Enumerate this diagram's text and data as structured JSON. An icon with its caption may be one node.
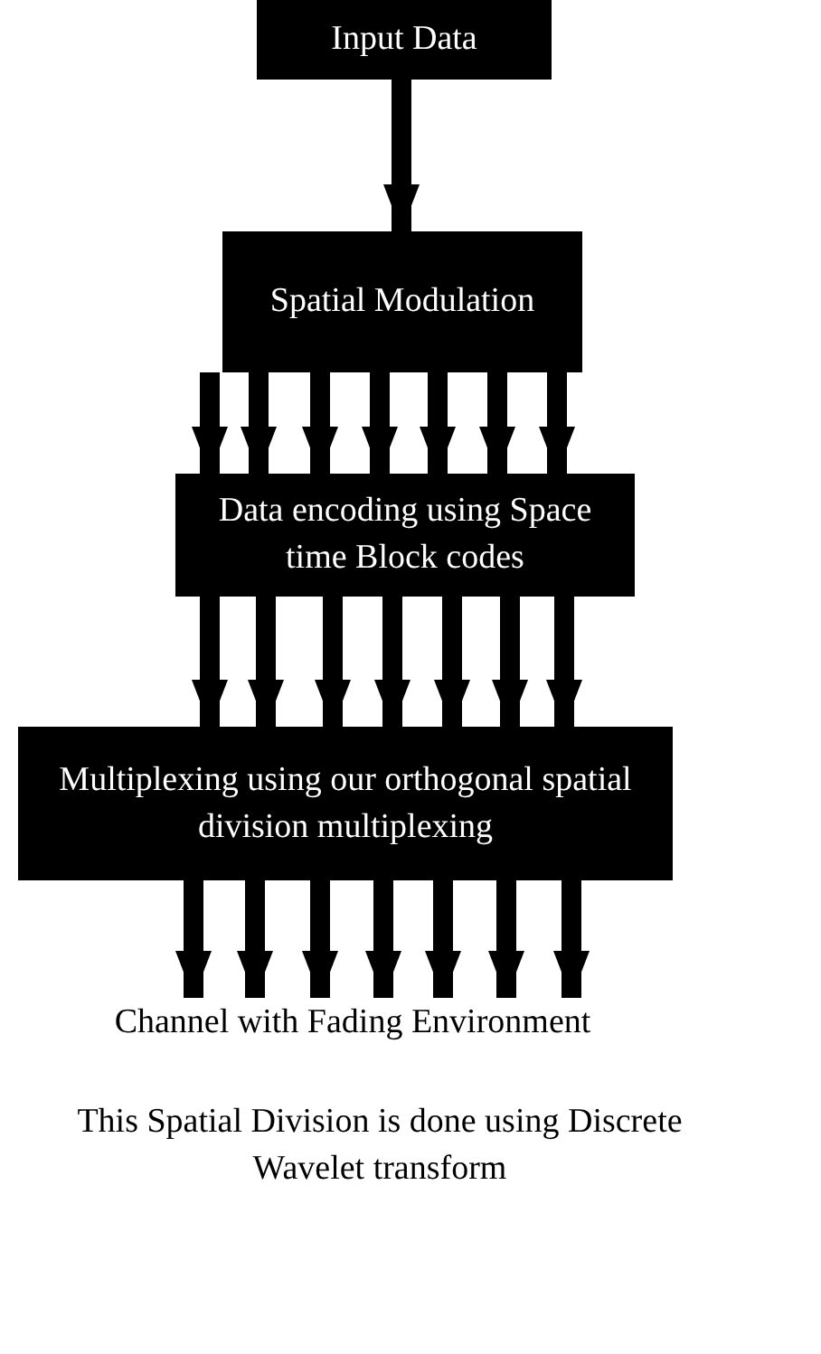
{
  "diagram": {
    "nodes": [
      {
        "text": [
          "Input Data"
        ]
      },
      {
        "text": [
          "Spatial Modulation"
        ]
      },
      {
        "text": [
          "Data encoding using Space time Block codes"
        ]
      },
      {
        "text": [
          "Multiplexing using our orthogonal spatial division multiplexing"
        ]
      },
      {
        "text": [
          "Channel with Fading Environment"
        ]
      }
    ],
    "edges": [
      {
        "from": 0,
        "to": 1,
        "arrow": "to"
      },
      {
        "from": 1,
        "to": 2,
        "arrow": "to"
      },
      {
        "from": 1,
        "to": 2,
        "arrow": "to"
      },
      {
        "from": 1,
        "to": 2,
        "arrow": "to"
      },
      {
        "from": 1,
        "to": 2,
        "arrow": "to"
      },
      {
        "from": 1,
        "to": 2,
        "arrow": "to"
      },
      {
        "from": 1,
        "to": 2,
        "arrow": "to"
      },
      {
        "from": 1,
        "to": 2,
        "arrow": "to"
      },
      {
        "from": 2,
        "to": 3,
        "arrow": "to"
      },
      {
        "from": 2,
        "to": 3,
        "arrow": "to"
      },
      {
        "from": 2,
        "to": 3,
        "arrow": "to"
      },
      {
        "from": 2,
        "to": 3,
        "arrow": "to"
      },
      {
        "from": 2,
        "to": 3,
        "arrow": "to"
      },
      {
        "from": 2,
        "to": 3,
        "arrow": "to"
      },
      {
        "from": 2,
        "to": 3,
        "arrow": "to"
      },
      {
        "from": 3,
        "to": 4,
        "arrow": "to"
      },
      {
        "from": 3,
        "to": 4,
        "arrow": "to"
      },
      {
        "from": 3,
        "to": 4,
        "arrow": "to"
      },
      {
        "from": 3,
        "to": 4,
        "arrow": "to"
      },
      {
        "from": 3,
        "to": 4,
        "arrow": "to"
      },
      {
        "from": 3,
        "to": 4,
        "arrow": "to"
      },
      {
        "from": 3,
        "to": 4,
        "arrow": "to"
      }
    ],
    "labels": [
      "This Spatial Division is done using Discrete Wavelet transform"
    ]
  }
}
